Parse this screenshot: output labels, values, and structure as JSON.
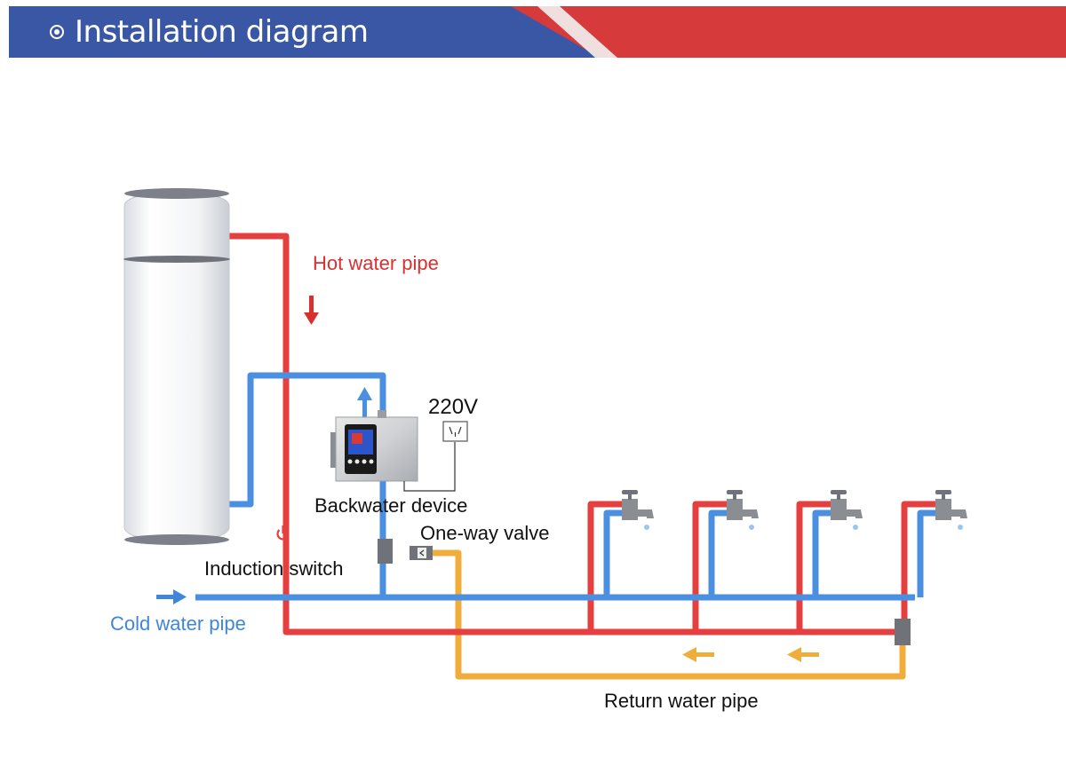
{
  "header": {
    "title": "Installation diagram",
    "icon": "target-bullet-icon",
    "colors": {
      "left_band": "#3a57a6",
      "right_band": "#d63a3a"
    }
  },
  "diagram": {
    "labels": {
      "hot_water_pipe": "Hot water pipe",
      "voltage": "220V",
      "backwater_device": "Backwater device",
      "one_way_valve": "One-way valve",
      "induction_switch": "Induction switch",
      "cold_water_pipe": "Cold water pipe",
      "return_water_pipe": "Return water pipe"
    },
    "colors": {
      "hot": "#e5403f",
      "cold": "#4b8fe0",
      "return": "#f0ad3c"
    },
    "components": [
      "water-tank",
      "backwater-device",
      "power-outlet-icon",
      "one-way-valve",
      "induction-switch-power-icon",
      "faucet-icon"
    ]
  }
}
